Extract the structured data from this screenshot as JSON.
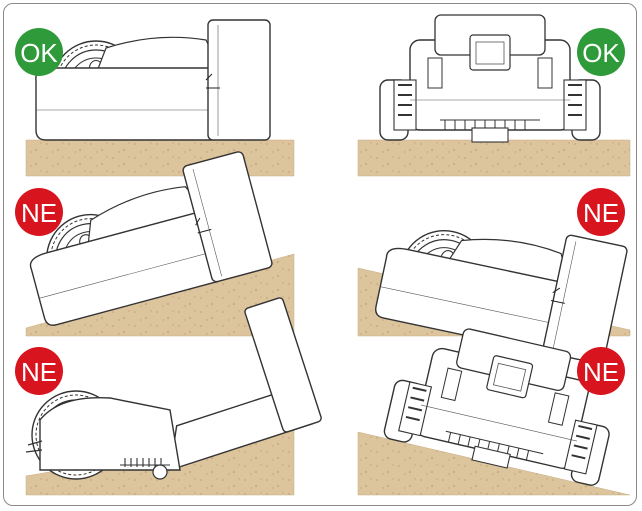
{
  "panels": [
    {
      "id": "flat-side",
      "badge": "OK",
      "status": "ok",
      "view": "side",
      "tilt": "flat"
    },
    {
      "id": "flat-front",
      "badge": "OK",
      "status": "ok",
      "view": "front",
      "tilt": "flat"
    },
    {
      "id": "incline-side-up",
      "badge": "NE",
      "status": "not-ok",
      "view": "side",
      "tilt": "uphill"
    },
    {
      "id": "incline-side-down",
      "badge": "NE",
      "status": "not-ok",
      "view": "side",
      "tilt": "downhill"
    },
    {
      "id": "steep-side-off-station",
      "badge": "NE",
      "status": "not-ok",
      "view": "side",
      "tilt": "steep"
    },
    {
      "id": "incline-front",
      "badge": "NE",
      "status": "not-ok",
      "view": "front",
      "tilt": "sideways"
    }
  ],
  "colors": {
    "ok": "#2e9a3a",
    "not_ok": "#d8141e",
    "soil": "#dcc49c",
    "soil_dots": "#c6a67a",
    "line": "#333333"
  }
}
